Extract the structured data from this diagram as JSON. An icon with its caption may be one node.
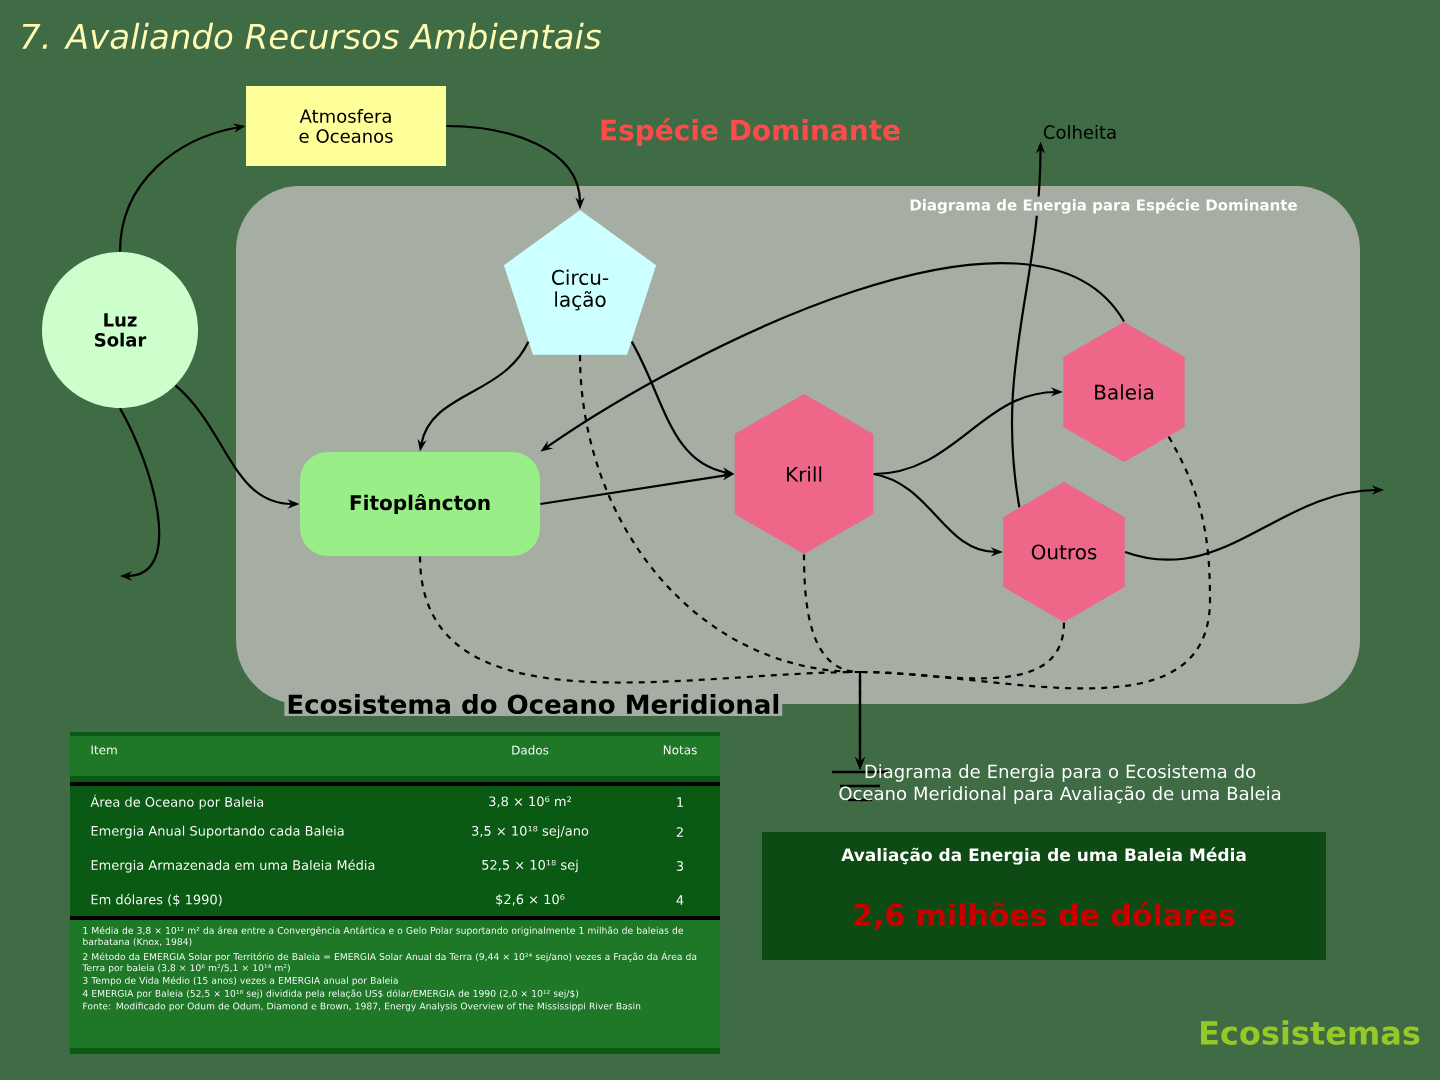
{
  "diagram": {
    "title": "7. Avaliando Recursos Ambientais",
    "nodes": [
      {
        "text": [
          "Atmosfera e Oceanos"
        ]
      },
      {
        "text": [
          "Luz Solar"
        ]
      },
      {
        "text": [
          "Diagrama de Energia para Espécie Dominante",
          "Ecosistema do Oceano Meridional"
        ]
      },
      {
        "text": [
          "Circu-lação"
        ],
        "in": 2
      },
      {
        "text": [
          "Fitoplâncton"
        ],
        "in": 2
      },
      {
        "text": [
          "Krill"
        ],
        "in": 2
      },
      {
        "text": [
          "Baleia"
        ],
        "in": 2
      },
      {
        "text": [
          "Outros"
        ],
        "in": 2
      },
      {
        "text": [],
        "shape": "sink"
      },
      {
        "text": [
          "Colheita"
        ]
      },
      {
        "text": [
          "Avaliação da Energia de uma Baleia Média",
          "2,6 milhões de dólares"
        ]
      }
    ],
    "edges": [
      {
        "from": 1,
        "to": 0,
        "arrow": "to"
      },
      {
        "from": 0,
        "to": 3,
        "arrow": "to"
      },
      {
        "from": 1,
        "to": 4,
        "arrow": "to"
      },
      {
        "from": 1,
        "to": null,
        "arrow": "to"
      },
      {
        "from": 3,
        "to": 4,
        "arrow": "to"
      },
      {
        "from": 3,
        "to": 5,
        "arrow": "to"
      },
      {
        "from": 4,
        "to": 5,
        "arrow": "to"
      },
      {
        "from": 5,
        "to": 6,
        "arrow": "to"
      },
      {
        "from": 5,
        "to": 7,
        "arrow": "to"
      },
      {
        "from": 7,
        "to": 9,
        "arrow": "to"
      },
      {
        "from": 6,
        "to": 4,
        "arrow": "to"
      },
      {
        "from": 7,
        "to": null,
        "arrow": "to"
      },
      {
        "from": 3,
        "to": 8,
        "arrow": "to",
        "style": "dashed"
      },
      {
        "from": 4,
        "to": 8,
        "arrow": "to",
        "style": "dashed"
      },
      {
        "from": 5,
        "to": 8,
        "arrow": "to",
        "style": "dashed"
      },
      {
        "from": 6,
        "to": 8,
        "arrow": "to",
        "style": "dashed"
      },
      {
        "from": 7,
        "to": 8,
        "arrow": "to",
        "style": "dashed"
      }
    ],
    "labels": [
      "Espécie Dominante",
      "Item",
      "Dados",
      "Notas",
      "Área de Oceano por Baleia",
      "3,8 × 10⁶ m²",
      "1",
      "Emergia Anual Suportando cada Baleia",
      "3,5 × 10¹⁸ sej/ano",
      "2",
      "Emergia Armazenada em uma Baleia Média",
      "52,5 × 10¹⁸ sej",
      "3",
      "Em dólares ($ 1990)",
      "$2,6 × 10⁶",
      "4",
      "1 Média de 3,8 × 10¹² m² da área entre a Convergência Antártica e o Gelo Polar suportando originalmente 1 milhão de baleias de barbatana (Knox, 1984)",
      "2 Método da EMERGIA Solar por Território de Baleia = EMERGIA Solar Anual da Terra (9,44 × 10²⁴ sej/ano) vezes a Fração da Área da Terra por baleia (3,8 × 10⁶ m²/5,1 × 10¹⁴ m²)",
      "3 Tempo de Vida Médio (15 anos) vezes a EMERGIA anual por Baleia",
      "4 EMERGIA por Baleia (52,5 × 10¹⁸ sej) dividida pela relação US$ dólar/EMERGIA de 1990 (2,0 × 10¹² sej/$)",
      "Fonte: Modificado por Odum de Odum, Diamond e Brown, 1987, Energy Analysis Overview of the Mississippi River Basin",
      "Diagrama de Energia para o Ecosistema do Oceano Meridional para Avaliação de uma Baleia",
      "Ecosistemas"
    ]
  }
}
